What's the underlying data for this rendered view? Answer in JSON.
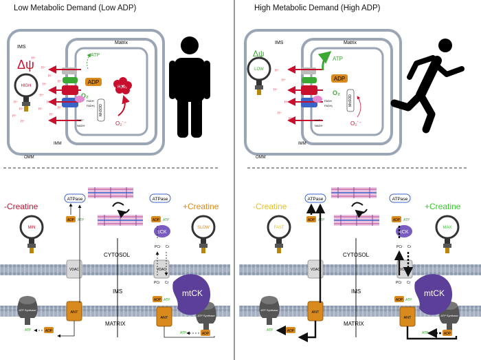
{
  "left_panel": {
    "title": "Low Metabolic Demand (Low ADP)",
    "top": {
      "ims": "IMS",
      "matrix": "Matrix",
      "omm": "OMM",
      "imm": "IMM",
      "psi": "Δψ",
      "gauge": "HIGH",
      "atp": "ATP",
      "adp": "ADP",
      "o2": "O₂",
      "h2o2": "H₂O₂",
      "superoxide": "O₂˙⁻",
      "mnsod": "MnSOD",
      "fadh": "FADH",
      "fadh2": "FADH₂",
      "nad": "NAD⁺",
      "nadh": "NADH"
    },
    "bottom": {
      "creatine_minus": "-Creatine",
      "creatine_plus": "+Creatine",
      "gauge_min": "MIN",
      "gauge_slow": "SLOW",
      "cytosol": "CYTOSOL",
      "ims": "IMS",
      "matrix": "MATRIX",
      "atpase_left": "ATPase",
      "atpase_right": "ATPase",
      "vdac_left": "VDAC",
      "vdac_right": "VDAC",
      "ant_left": "ANT",
      "ant_right": "ANT",
      "synthase_left": "ATP Synthase",
      "synthase_right": "ATP Synthase",
      "mtck": "mtCK",
      "cck": "cCK",
      "atp": "ATP",
      "adp": "ADP",
      "pcr": "PCr",
      "cr": "Cr"
    }
  },
  "right_panel": {
    "title": "High Metabolic Demand (High ADP)",
    "top": {
      "ims": "IMS",
      "matrix": "Matrix",
      "omm": "OMM",
      "imm": "IMM",
      "psi": "Δψ",
      "gauge": "LOW",
      "atp": "ATP",
      "adp": "ADP",
      "o2": "O₂",
      "superoxide": "O₂˙⁻",
      "mnsod": "MnSOD",
      "fadh": "FADH",
      "fadh2": "FADH₂",
      "nad": "NAD⁺",
      "nadh": "NADH"
    },
    "bottom": {
      "creatine_minus": "-Creatine",
      "creatine_plus": "+Creatine",
      "gauge_fast": "FAST",
      "gauge_max": "MAX",
      "cytosol": "CYTOSOL",
      "ims": "IMS",
      "matrix": "MATRIX",
      "atpase_left": "ATPase",
      "atpase_right": "ATPase",
      "vdac_left": "VDAC",
      "vdac_right": "VDAC",
      "ant_left": "ANT",
      "ant_right": "ANT",
      "synthase_left": "ATP Synthase",
      "synthase_right": "ATP Synthase",
      "mtck": "mtCK",
      "cck": "cCK",
      "atp": "ATP",
      "adp": "ADP",
      "pcr": "PCr",
      "cr": "Cr"
    }
  },
  "colors": {
    "red": "#c8102e",
    "green": "#3aa832",
    "orange": "#d98a1c",
    "purple": "#5b3f99",
    "membrane": "#8f9cb0",
    "bright_green": "#38c72c",
    "yellow": "#e8c21a"
  },
  "icons": [
    "person-standing-icon",
    "person-running-icon",
    "pressure-gauge-icon",
    "myofibril-icon",
    "cycle-arrows-icon"
  ]
}
